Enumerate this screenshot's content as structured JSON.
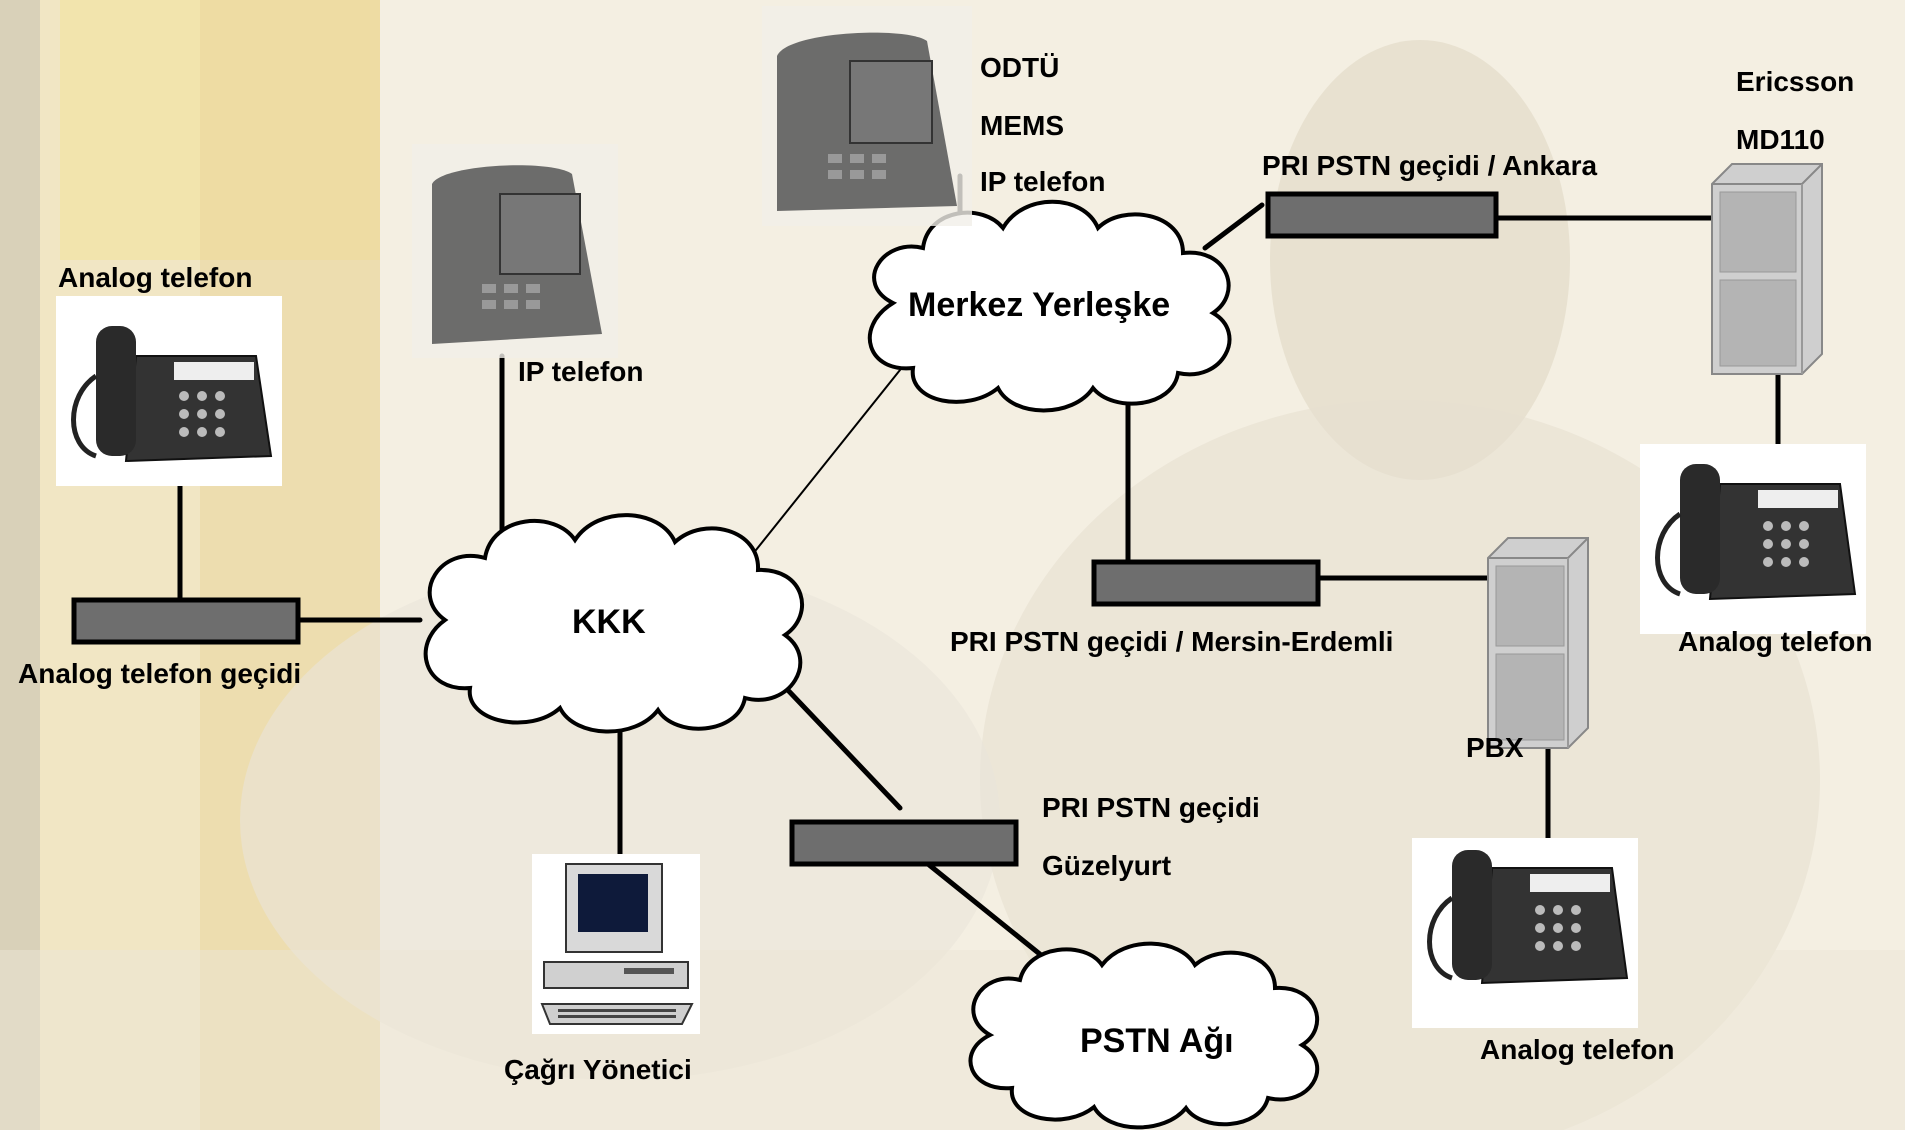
{
  "clouds": {
    "merkez": "Merkez Yerleşke",
    "kkk": "KKK",
    "pstn": "PSTN Ağı"
  },
  "labels": {
    "analog_tel_left": "Analog telefon",
    "analog_gateway": "Analog telefon geçidi",
    "ip_phone_left": "IP telefon",
    "odtu_line1": "ODTÜ",
    "odtu_line2": "MEMS",
    "odtu_line3": "IP telefon",
    "pri_ankara": "PRI PSTN geçidi / Ankara",
    "ericsson_line1": "Ericsson",
    "ericsson_line2": "MD110",
    "analog_tel_right": "Analog telefon",
    "pri_mersin": "PRI PSTN geçidi / Mersin-Erdemli",
    "pbx": "PBX",
    "analog_tel_bottom": "Analog telefon",
    "pri_guzelyurt_line1": "PRI PSTN geçidi",
    "pri_guzelyurt_line2": "Güzelyurt",
    "call_manager": "Çağrı Yönetici"
  },
  "colors": {
    "gateway_fill": "#6e6e6e",
    "line": "#000000",
    "cloud_fill": "#ffffff"
  }
}
